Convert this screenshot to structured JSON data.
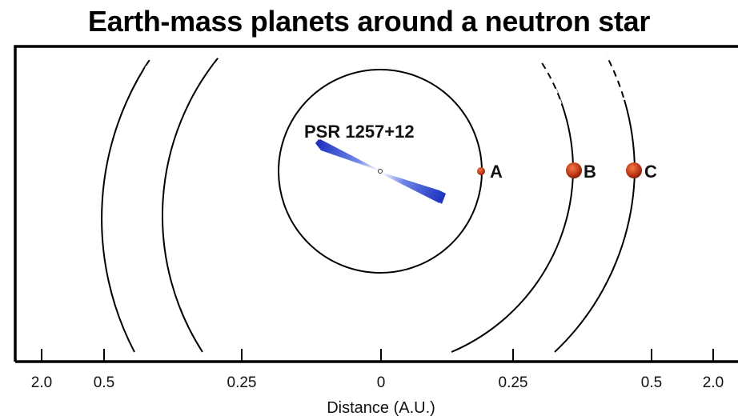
{
  "title": "Earth-mass planets around a neutron star",
  "star_label": "PSR 1257+12",
  "planets": [
    {
      "label": "A"
    },
    {
      "label": "B"
    },
    {
      "label": "C"
    }
  ],
  "axis": {
    "label": "Distance (A.U.)",
    "ticks": [
      "2.0",
      "0.5",
      "0.25",
      "0",
      "0.25",
      "0.5",
      "2.0"
    ]
  },
  "colors": {
    "planet": "#c23a1a",
    "beam": "#1a2fbf",
    "lines": "#000000"
  }
}
